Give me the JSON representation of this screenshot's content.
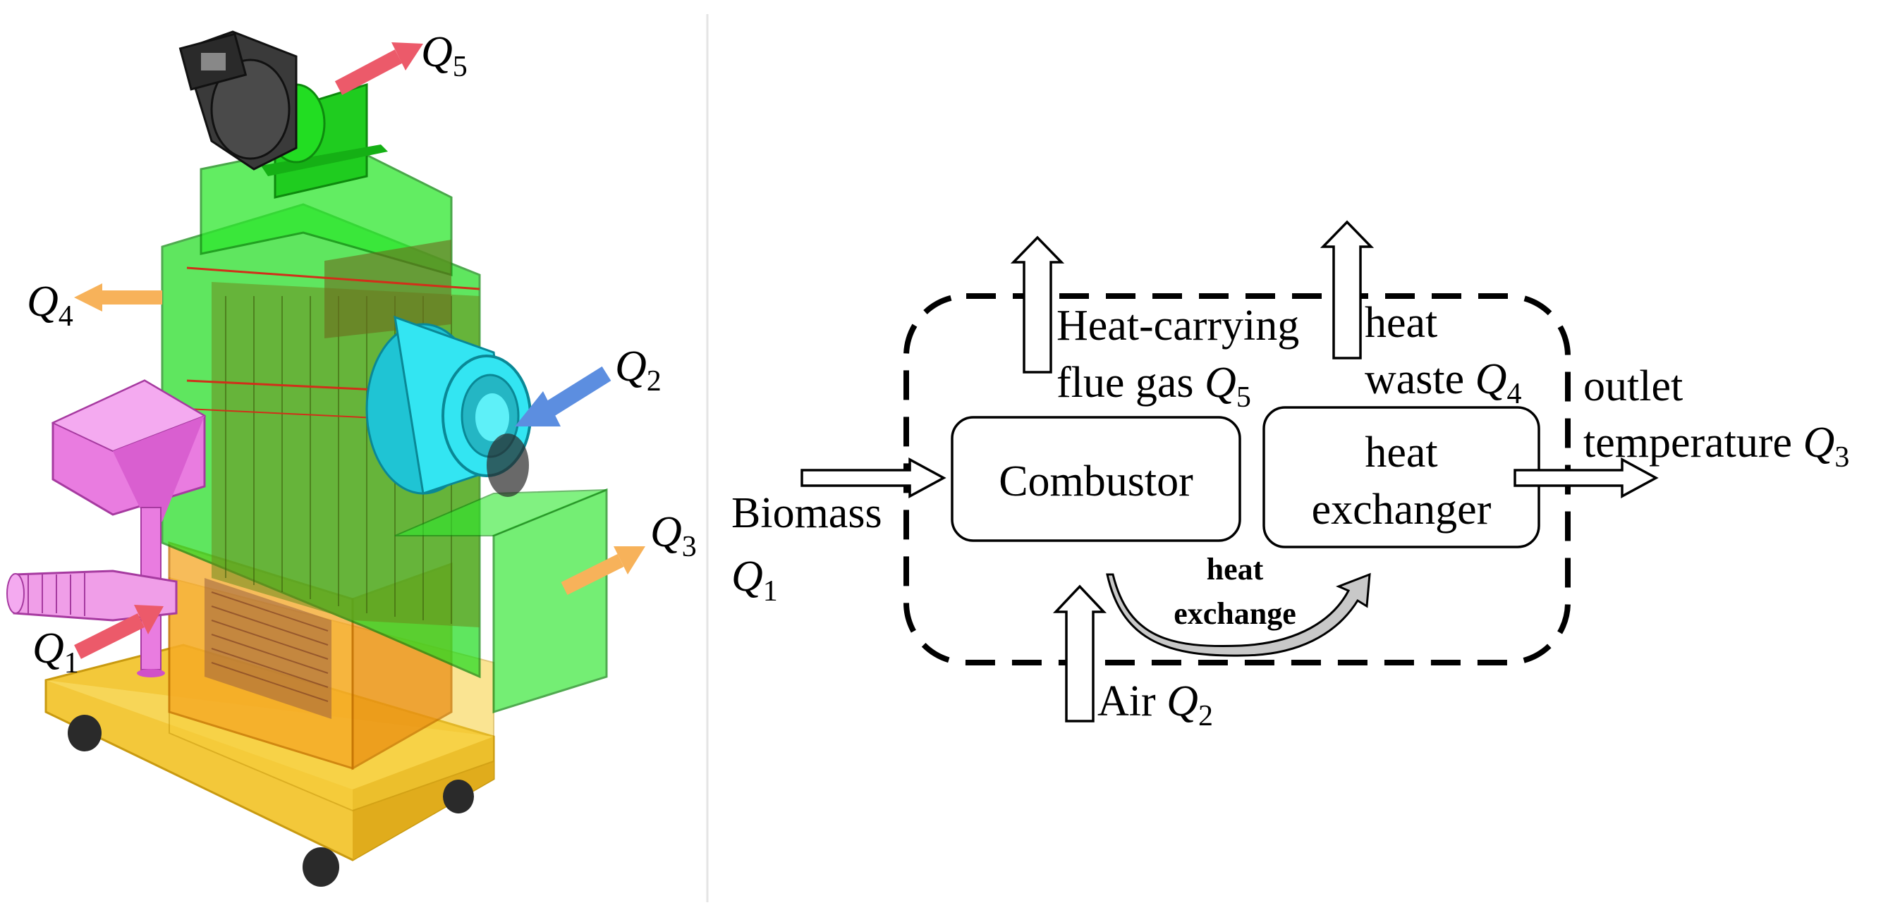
{
  "left_labels": {
    "q5": {
      "sym": "Q",
      "sub": "5"
    },
    "q4": {
      "sym": "Q",
      "sub": "4"
    },
    "q2": {
      "sym": "Q",
      "sub": "2"
    },
    "q3": {
      "sym": "Q",
      "sub": "3"
    },
    "q1": {
      "sym": "Q",
      "sub": "1"
    }
  },
  "right_labels": {
    "flue_line1": "Heat-carrying",
    "flue_line2": "flue gas ",
    "flue_q": {
      "sym": "Q",
      "sub": "5"
    },
    "waste_line1": "heat",
    "waste_line2": "waste ",
    "waste_q": {
      "sym": "Q",
      "sub": "4"
    },
    "outlet_line1": "outlet",
    "outlet_line2": "temperature ",
    "outlet_q": {
      "sym": "Q",
      "sub": "3"
    },
    "biomass_line1": "Biomass",
    "biomass_q": {
      "sym": "Q",
      "sub": "1"
    },
    "air_line": "Air ",
    "air_q": {
      "sym": "Q",
      "sub": "2"
    },
    "combustor": "Combustor",
    "hx_line1": "heat",
    "hx_line2": "exchanger",
    "exchange_line1": "heat",
    "exchange_line2": "exchange"
  },
  "colors": {
    "green": "#22dd22",
    "dark_green": "#0e8a0e",
    "orange": "#f5a623",
    "yellow": "#f7cf3a",
    "pink": "#e97ce0",
    "cyan": "#33e5f2",
    "fan_gray": "#3a3a3a",
    "arrow_red": "#ec5a6a",
    "arrow_blue": "#5c8ee0",
    "arrow_orange": "#f7b25a"
  }
}
